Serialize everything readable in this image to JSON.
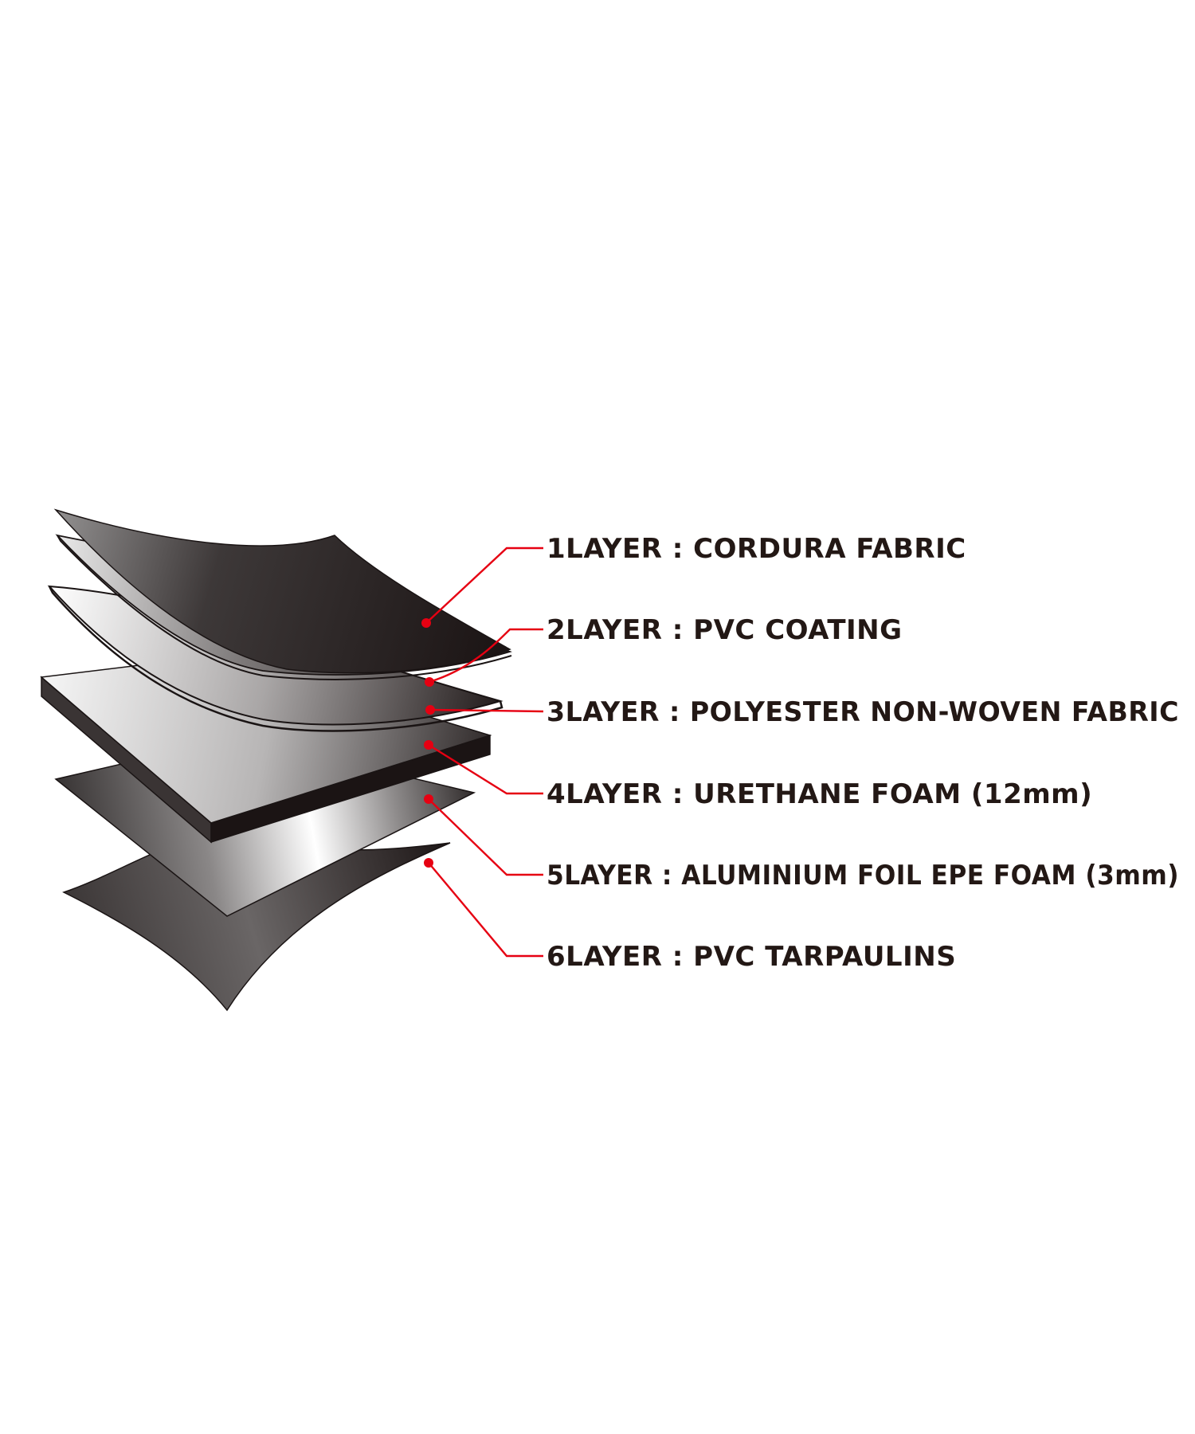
{
  "layers": [
    {
      "label": "1LAYER : CORDURA  FABRIC"
    },
    {
      "label": "2LAYER : PVC COATING"
    },
    {
      "label": "3LAYER : POLYESTER NON-WOVEN FABRIC"
    },
    {
      "label": "4LAYER : URETHANE FOAM (12mm)"
    },
    {
      "label": "5LAYER : ALUMINIUM FOIL EPE FOAM (3mm)"
    },
    {
      "label": "6LAYER : PVC TARPAULINS"
    }
  ],
  "colors": {
    "leader": "#e60012",
    "text": "#231815",
    "sheet_dark": "#231815",
    "sheet_light": "#ffffff"
  }
}
